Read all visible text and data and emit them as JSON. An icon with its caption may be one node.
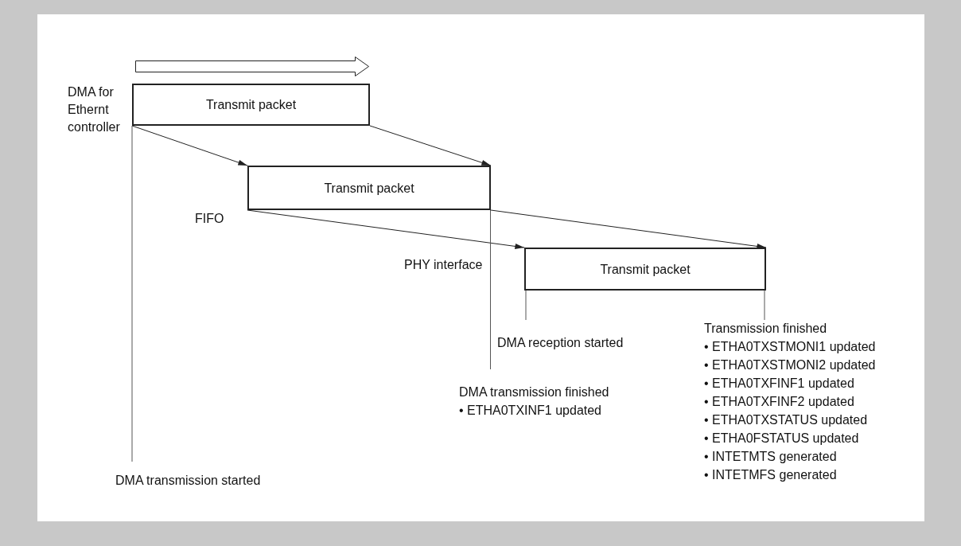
{
  "diagram": {
    "nodes": [
      {
        "text": [
          "Transmit packet"
        ],
        "beside": [
          "DMA for Ethernt controller"
        ]
      },
      {
        "text": [
          "Transmit packet"
        ],
        "beside": [
          "FIFO"
        ]
      },
      {
        "text": [
          "Transmit packet"
        ],
        "beside": [
          "PHY interface"
        ]
      },
      {
        "text": [
          "DMA transmission started"
        ]
      },
      {
        "text": [
          "DMA reception started"
        ]
      },
      {
        "text": [
          "DMA transmission finished",
          "• ETHA0TXINF1 updated"
        ]
      },
      {
        "text": [
          "Transmission finished",
          "• ETHA0TXSTMONI1 updated",
          "• ETHA0TXSTMONI2 updated",
          "• ETHA0TXFINF1 updated",
          "• ETHA0TXFINF2 updated",
          "• ETHA0TXSTATUS updated",
          "• ETHA0FSTATUS updated",
          "• INTETMTS generated",
          "• INTETMFS generated"
        ]
      }
    ],
    "edges": [
      {
        "from": 0,
        "to": 1,
        "arrow": "to"
      },
      {
        "from": 0,
        "to": 1,
        "arrow": "to"
      },
      {
        "from": 1,
        "to": 2,
        "arrow": "to"
      },
      {
        "from": 1,
        "to": 2,
        "arrow": "to"
      },
      {
        "from": 3,
        "to": 0,
        "arrow": "none"
      },
      {
        "from": 5,
        "to": 1,
        "arrow": "none"
      },
      {
        "from": 4,
        "to": 2,
        "arrow": "none"
      },
      {
        "from": 6,
        "to": 2,
        "arrow": "none"
      }
    ]
  }
}
